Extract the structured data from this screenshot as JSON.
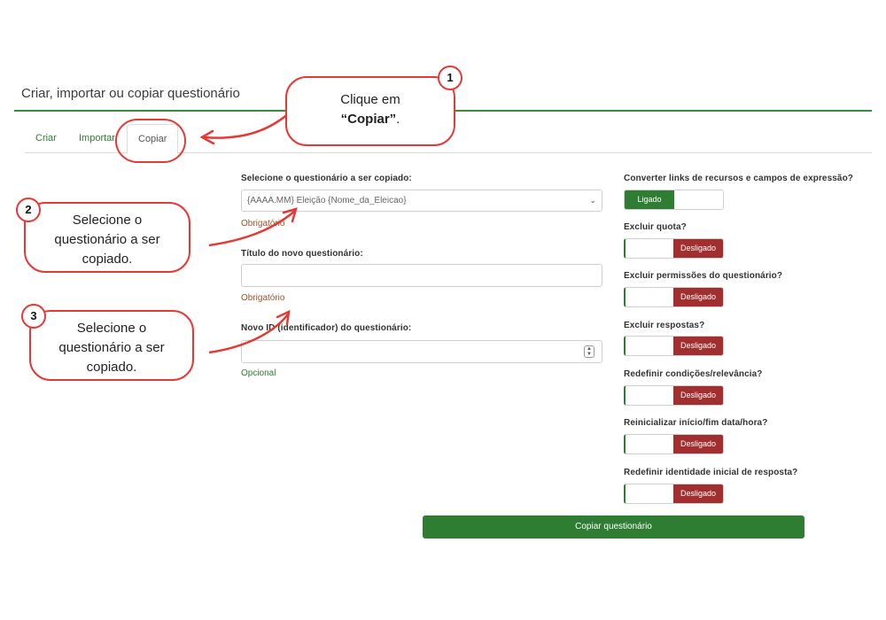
{
  "page": {
    "title": "Criar, importar ou copiar questionário"
  },
  "tabs": [
    {
      "label": "Criar"
    },
    {
      "label": "Importar"
    },
    {
      "label": "Copiar"
    }
  ],
  "form": {
    "source": {
      "label": "Selecione o questionário a ser copiado:",
      "value": "{AAAA.MM} Eleição {Nome_da_Eleicao}",
      "hint": "Obrigatório"
    },
    "title": {
      "label": "Título do novo questionário:",
      "value": "",
      "hint": "Obrigatório"
    },
    "new_id": {
      "label": "Novo ID (identificador) do questionário:",
      "value": "",
      "hint": "Opcional"
    },
    "submit_label": "Copiar questionário"
  },
  "options": [
    {
      "label": "Converter links de recursos e campos de expressão?",
      "state_label": "Ligado",
      "state": "on"
    },
    {
      "label": "Excluir quota?",
      "state_label": "Desligado",
      "state": "off"
    },
    {
      "label": "Excluir permissões do questionário?",
      "state_label": "Desligado",
      "state": "off"
    },
    {
      "label": "Excluir respostas?",
      "state_label": "Desligado",
      "state": "off"
    },
    {
      "label": "Redefinir condições/relevância?",
      "state_label": "Desligado",
      "state": "off"
    },
    {
      "label": "Reinicializar início/fim data/hora?",
      "state_label": "Desligado",
      "state": "off"
    },
    {
      "label": "Redefinir identidade inicial de resposta?",
      "state_label": "Desligado",
      "state": "off"
    }
  ],
  "annotations": {
    "step1": {
      "number": "1",
      "text_line1": "Clique em",
      "text_bold": "“Copiar”",
      "text_tail": "."
    },
    "step2": {
      "number": "2",
      "text": "Selecione o questionário a ser copiado."
    },
    "step3": {
      "number": "3",
      "text": "Selecione o questionário a ser copiado."
    }
  },
  "colors": {
    "accent_green": "#2e7d32",
    "off_red": "#a12f2f",
    "annotation_red": "#e53935",
    "required_hint": "#a0522d"
  }
}
